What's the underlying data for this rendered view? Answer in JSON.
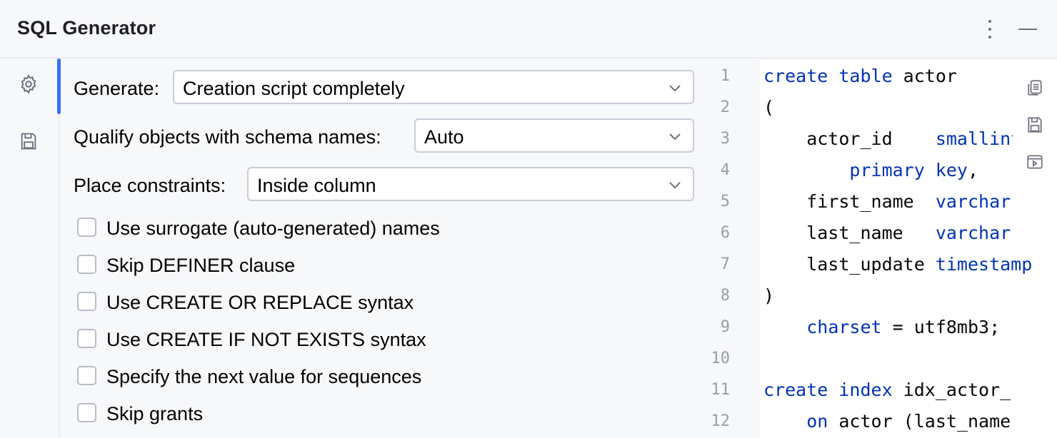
{
  "window": {
    "title": "SQL Generator"
  },
  "settings": {
    "generate": {
      "label": "Generate:",
      "value": "Creation script completely"
    },
    "qualify": {
      "label": "Qualify objects with schema names:",
      "value": "Auto"
    },
    "constraints": {
      "label": "Place constraints:",
      "value": "Inside column"
    },
    "checkboxes": [
      {
        "label": "Use surrogate (auto-generated) names",
        "checked": false
      },
      {
        "label": "Skip DEFINER clause",
        "checked": false
      },
      {
        "label": "Use CREATE OR REPLACE syntax",
        "checked": false
      },
      {
        "label": "Use CREATE IF NOT EXISTS syntax",
        "checked": false
      },
      {
        "label": "Specify the next value for sequences",
        "checked": false
      },
      {
        "label": "Skip grants",
        "checked": false
      }
    ]
  },
  "editor": {
    "line_numbers": [
      "1",
      "2",
      "3",
      "4",
      "5",
      "6",
      "7",
      "8",
      "9",
      "10",
      "11",
      "12"
    ],
    "lines": [
      [
        {
          "t": "create table",
          "k": true
        },
        {
          "t": " actor",
          "k": false
        }
      ],
      [
        {
          "t": "(",
          "k": false
        }
      ],
      [
        {
          "t": "    actor_id    ",
          "k": false
        },
        {
          "t": "smallint",
          "k": true
        }
      ],
      [
        {
          "t": "        ",
          "k": false
        },
        {
          "t": "primary key",
          "k": true
        },
        {
          "t": ",",
          "k": false
        }
      ],
      [
        {
          "t": "    first_name  ",
          "k": false
        },
        {
          "t": "varchar",
          "k": true
        }
      ],
      [
        {
          "t": "    last_name   ",
          "k": false
        },
        {
          "t": "varchar",
          "k": true
        }
      ],
      [
        {
          "t": "    last_update ",
          "k": false
        },
        {
          "t": "timestamp",
          "k": true
        }
      ],
      [
        {
          "t": ")",
          "k": false
        }
      ],
      [
        {
          "t": "    ",
          "k": false
        },
        {
          "t": "charset",
          "k": true
        },
        {
          "t": " = utf8mb3;",
          "k": false
        }
      ],
      [],
      [
        {
          "t": "create index",
          "k": true
        },
        {
          "t": " idx_actor_",
          "k": false
        }
      ],
      [
        {
          "t": "    ",
          "k": false
        },
        {
          "t": "on",
          "k": true
        },
        {
          "t": " actor (last_name",
          "k": false
        }
      ]
    ]
  },
  "colors": {
    "keyword": "#0033b3",
    "accent": "#3574f0",
    "text": "#080808"
  },
  "icons": [
    "kebab-menu-icon",
    "minimize-icon",
    "gear-icon",
    "save-icon",
    "copy-icon",
    "save-file-icon",
    "run-console-icon",
    "chevron-down-icon"
  ]
}
